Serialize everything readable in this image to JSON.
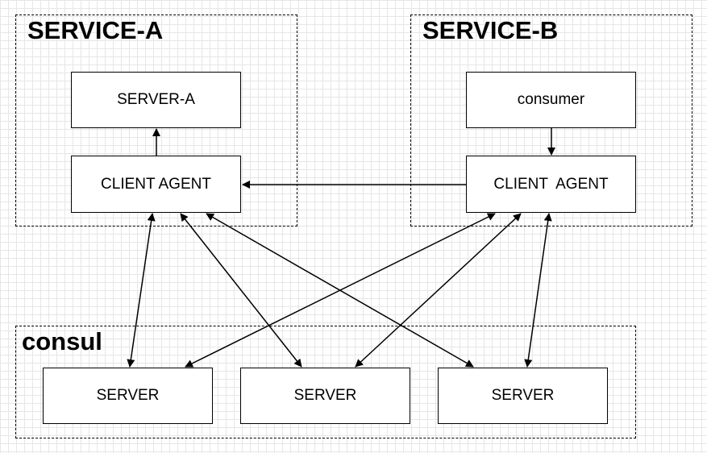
{
  "groups": {
    "service_a": {
      "title": "SERVICE-A"
    },
    "service_b": {
      "title": "SERVICE-B"
    },
    "consul": {
      "title": "consul"
    }
  },
  "nodes": {
    "server_a": "SERVER-A",
    "client_agent_a": "CLIENT AGENT",
    "consumer": "consumer",
    "client_agent_b": "CLIENT  AGENT",
    "server_1": "SERVER",
    "server_2": "SERVER",
    "server_3": "SERVER"
  },
  "edges": [
    {
      "from": "client_agent_a",
      "to": "server_a",
      "direction": "forward"
    },
    {
      "from": "consumer",
      "to": "client_agent_b",
      "direction": "forward"
    },
    {
      "from": "client_agent_b",
      "to": "client_agent_a",
      "direction": "forward"
    },
    {
      "from": "client_agent_a",
      "to": "server_1",
      "direction": "both"
    },
    {
      "from": "client_agent_a",
      "to": "server_2",
      "direction": "both"
    },
    {
      "from": "client_agent_a",
      "to": "server_3",
      "direction": "both"
    },
    {
      "from": "client_agent_b",
      "to": "server_1",
      "direction": "both"
    },
    {
      "from": "client_agent_b",
      "to": "server_2",
      "direction": "both"
    },
    {
      "from": "client_agent_b",
      "to": "server_3",
      "direction": "both"
    }
  ],
  "colors": {
    "stroke": "#000000",
    "background": "#ffffff",
    "grid": "#e6e6e6"
  }
}
